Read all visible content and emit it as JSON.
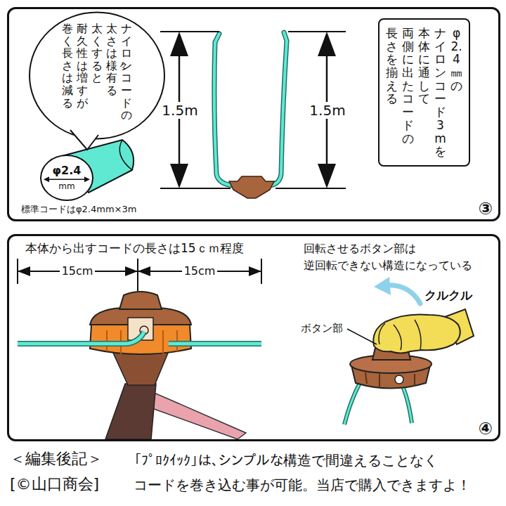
{
  "diagram": {
    "nodes": [
      {
        "text": [
          "③"
        ]
      },
      {
        "text": [
          "ナイロンコードの",
          "太さは様々有る",
          "太くすると",
          "耐久性は増すが",
          "巻く長さは減る"
        ],
        "in": 0
      },
      {
        "text": [
          "φ2.4",
          "mm"
        ],
        "in": 0
      },
      {
        "text": [
          "φ2.4㎜の",
          "ナイロンコード3mを",
          "本体に通して",
          "両側に出たコードの",
          "長さを揃える"
        ],
        "in": 0
      },
      {
        "text": [
          "④"
        ]
      }
    ],
    "labels": [
      "1.5m",
      "1.5m",
      "標準コードはφ2.4mm×3m",
      "本体から出すコードの長さは15ｃｍ程度",
      "15cm",
      "15cm",
      "回転させるボタン部は",
      "逆回転できない構造になっている",
      "クルクル",
      "ボタン部",
      "＜編集後記＞",
      "[©山口商会]",
      "「ﾌﾟﾛｸｲｯｸ」は、シンプルな構造で間違えることなく",
      "コードを巻き込む事が可能。当店で購入できますよ！"
    ]
  }
}
